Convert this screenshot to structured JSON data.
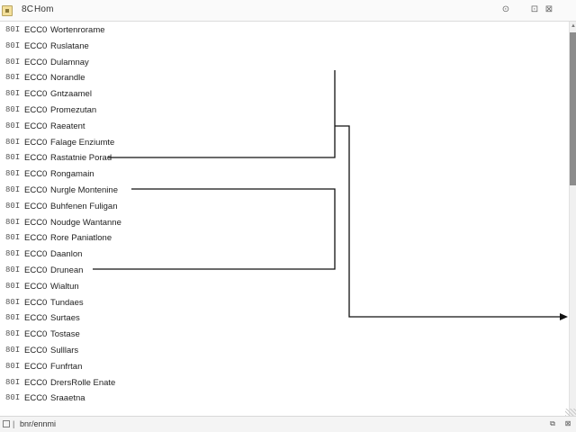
{
  "window": {
    "title_prefix": "8C",
    "title": "Hom"
  },
  "titlebar_buttons": {
    "help": "⊙",
    "maximize": "⊡",
    "close": "⊠"
  },
  "rows": [
    {
      "num": "80I",
      "code": "ECC0",
      "name": "Wortenrorame"
    },
    {
      "num": "80I",
      "code": "ECC0",
      "name": "Ruslatane"
    },
    {
      "num": "80I",
      "code": "ECC0",
      "name": "Dulamnay"
    },
    {
      "num": "80I",
      "code": "ECC0",
      "name": "Norandle"
    },
    {
      "num": "80I",
      "code": "ECC0",
      "name": "Gntzaamel"
    },
    {
      "num": "80I",
      "code": "ECC0",
      "name": "Promezutan"
    },
    {
      "num": "80I",
      "code": "ECC0",
      "name": "Raeatent"
    },
    {
      "num": "80I",
      "code": "ECC0",
      "name": "Falage Enziumte"
    },
    {
      "num": "80I",
      "code": "ECC0",
      "name": "Rastatnie Porad"
    },
    {
      "num": "80I",
      "code": "ECC0",
      "name": "Rongamain"
    },
    {
      "num": "80I",
      "code": "ECC0",
      "name": "Nurgle Montenine"
    },
    {
      "num": "80I",
      "code": "ECC0",
      "name": "Buhfenen Fuligan"
    },
    {
      "num": "80I",
      "code": "ECC0",
      "name": "Noudge Wantanne"
    },
    {
      "num": "80I",
      "code": "ECC0",
      "name": "Rore Paniatlone"
    },
    {
      "num": "80I",
      "code": "ECC0",
      "name": "Daanlon"
    },
    {
      "num": "80I",
      "code": "ECC0",
      "name": "Drunean"
    },
    {
      "num": "80I",
      "code": "ECC0",
      "name": "Wialtun"
    },
    {
      "num": "80I",
      "code": "ECC0",
      "name": "Tundaes"
    },
    {
      "num": "80I",
      "code": "ECC0",
      "name": "Surtaes"
    },
    {
      "num": "80I",
      "code": "ECC0",
      "name": "Tostase"
    },
    {
      "num": "80I",
      "code": "ECC0",
      "name": "Sulllars"
    },
    {
      "num": "80I",
      "code": "ECC0",
      "name": "Funfrtan"
    },
    {
      "num": "80I",
      "code": "ECC0",
      "name": "DrersRolle Enate"
    },
    {
      "num": "80I",
      "code": "ECC0",
      "name": "Sraaetna"
    }
  ],
  "scrollbar": {
    "up_arrow": "▲"
  },
  "statusbar": {
    "separator": "|",
    "text": "bnr/ennmi",
    "restore": "⧉",
    "close": "⊠"
  },
  "colors": {
    "line": "#111111",
    "thumb": "#8c8c8c",
    "app_icon": "#f3df9a"
  }
}
